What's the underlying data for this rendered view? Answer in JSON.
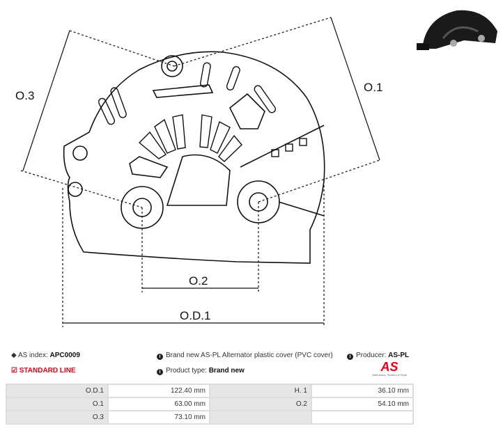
{
  "drawing": {
    "labels": {
      "o3": "O.3",
      "o1": "O.1",
      "o2": "O.2",
      "od1": "O.D.1"
    }
  },
  "info": {
    "index_label": "AS index:",
    "index_value": "APC0009",
    "standard_line": "STANDARD LINE",
    "description": "Brand new AS-PL Alternator plastic cover (PVC cover)",
    "producer_label": "Producer:",
    "producer_value": "AS-PL",
    "type_label": "Product type:",
    "type_value": "Brand new",
    "logo_text": "AS",
    "logo_tagline": "Alternators, Starters & Parts"
  },
  "colors": {
    "accent": "#e2001a"
  },
  "specs": [
    {
      "l1": "O.D.1",
      "v1": "122.40 mm",
      "l2": "H. 1",
      "v2": "36.10 mm"
    },
    {
      "l1": "O.1",
      "v1": "63.00 mm",
      "l2": "O.2",
      "v2": "54.10 mm"
    },
    {
      "l1": "O.3",
      "v1": "73.10 mm",
      "l2": "",
      "v2": ""
    }
  ]
}
